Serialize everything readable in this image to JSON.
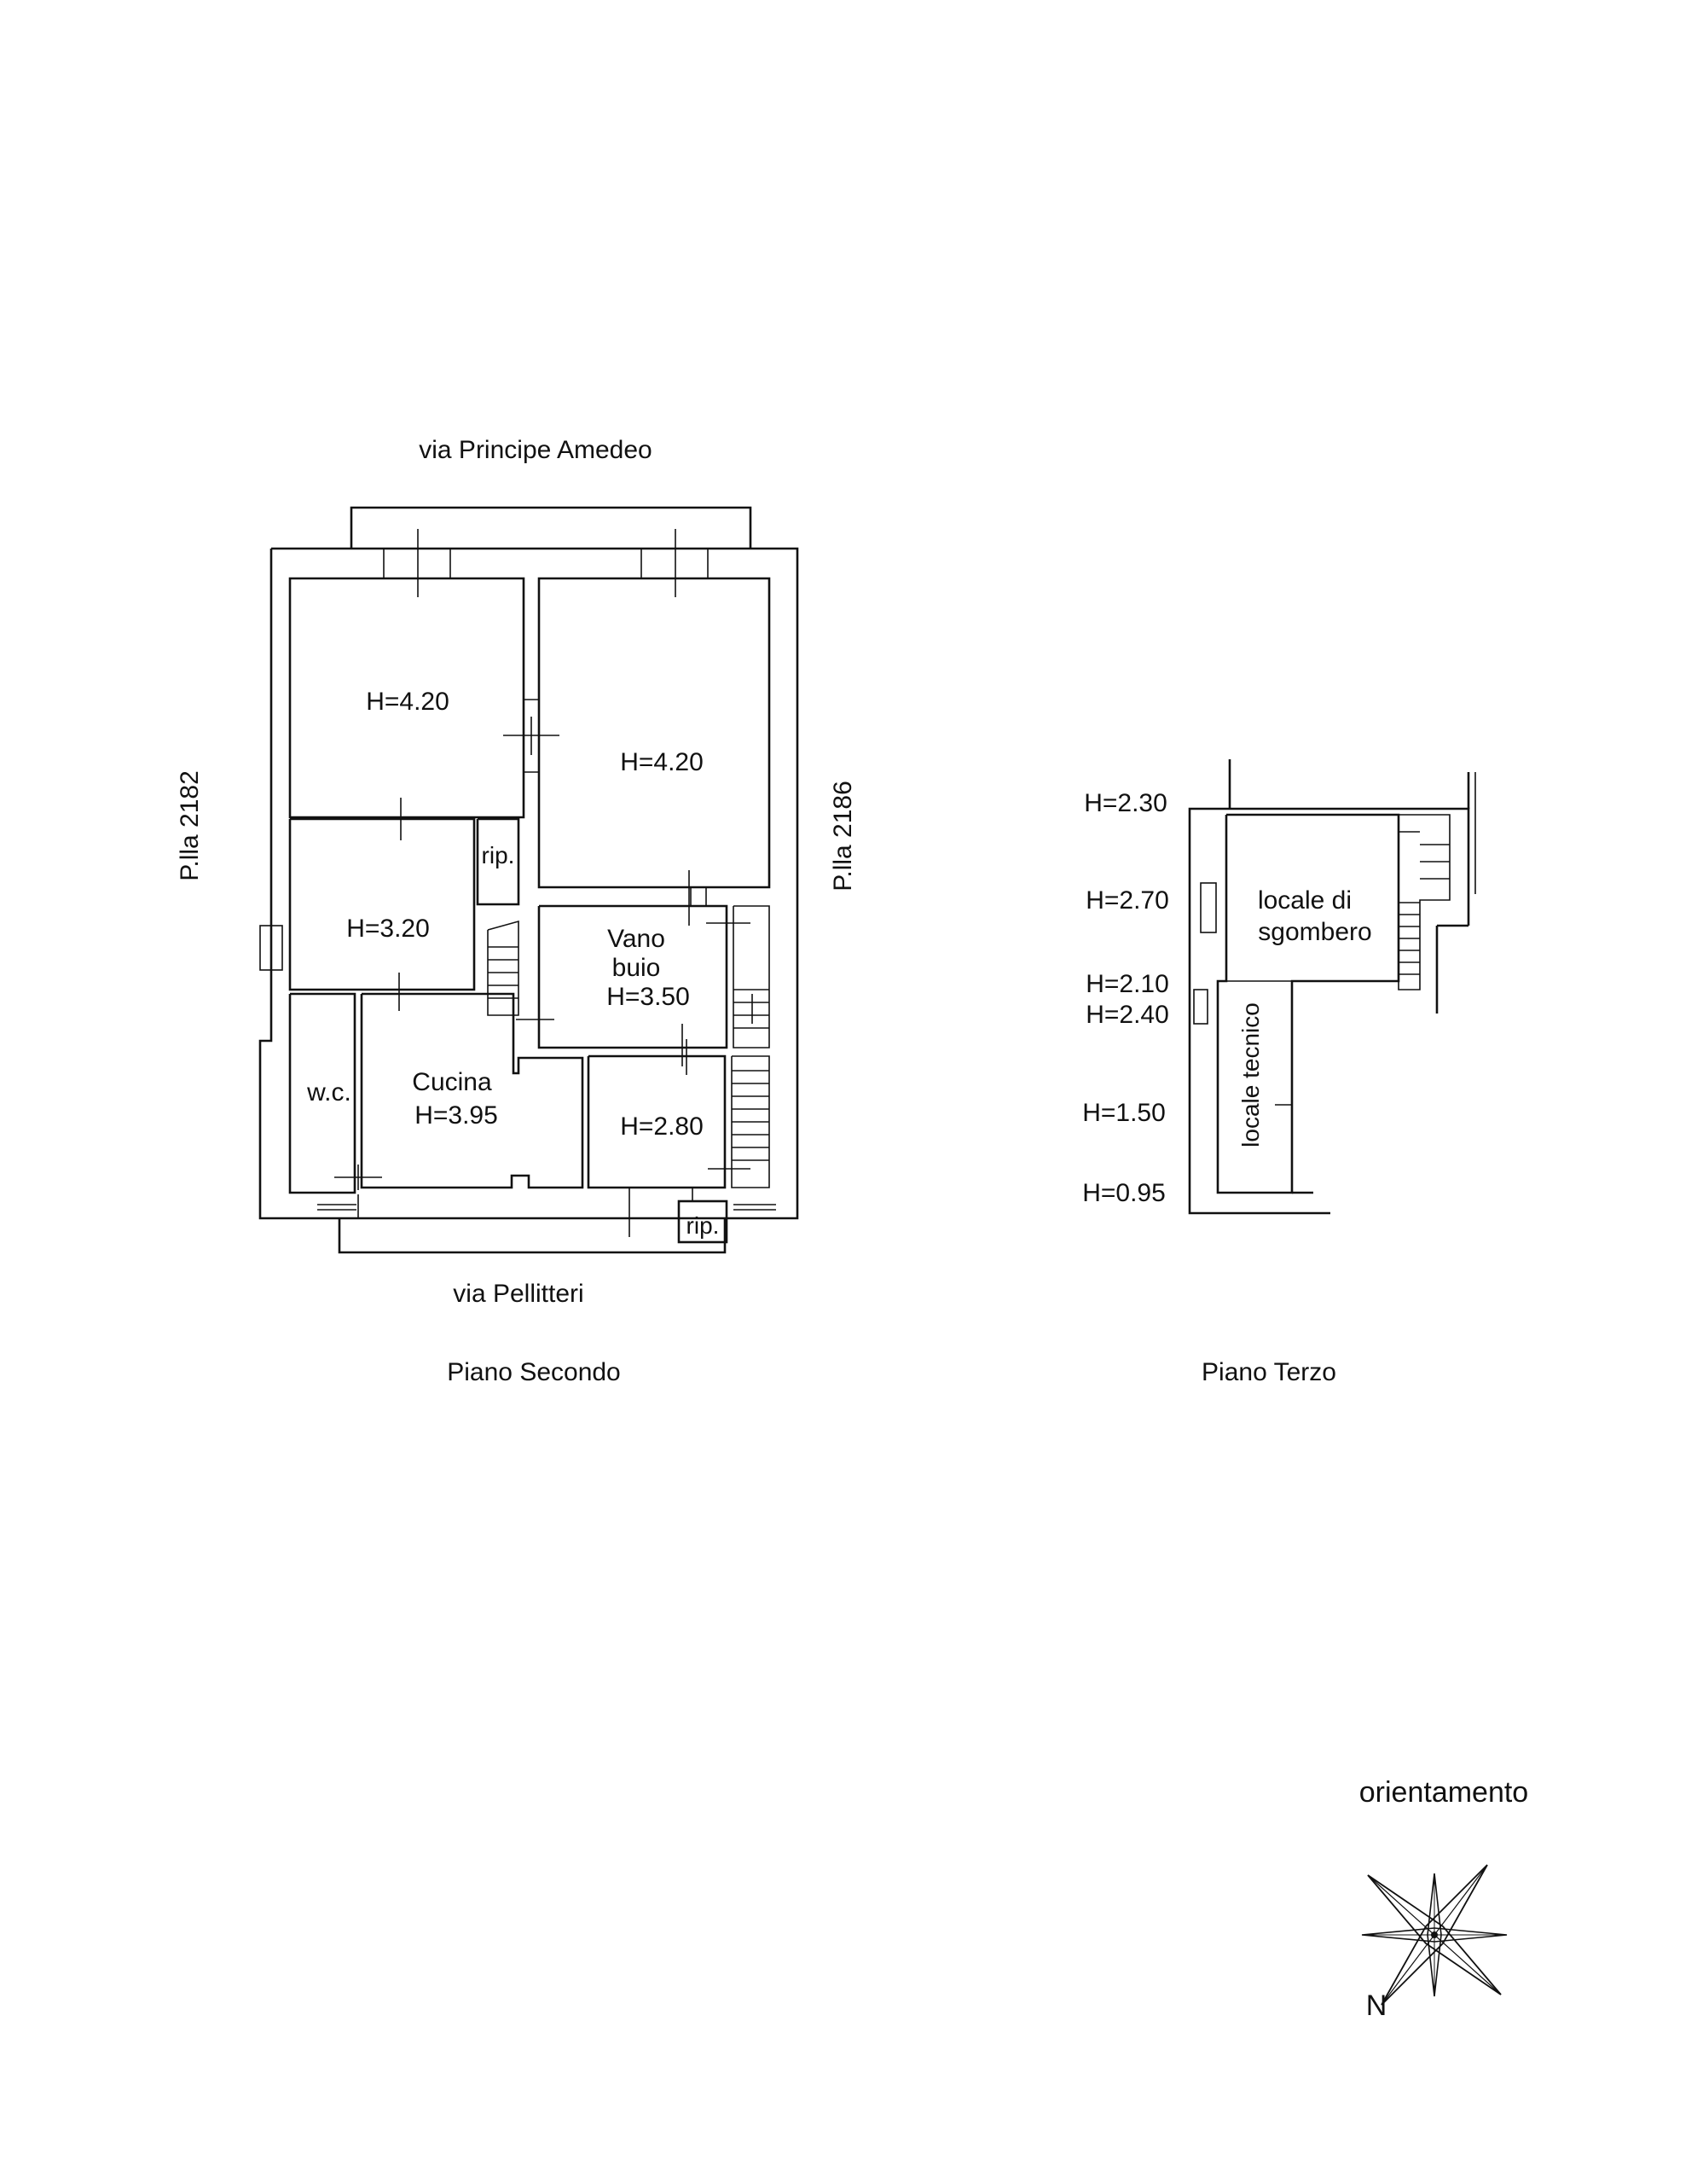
{
  "streets": {
    "top": "via Principe Amedeo",
    "bottom": "via Pellitteri"
  },
  "parcels": {
    "left": "P.lla 2182",
    "right": "P.lla 2186"
  },
  "second_floor": {
    "caption": "Piano Secondo",
    "rooms": {
      "top_left": "H=4.20",
      "top_right": "H=4.20",
      "mid_left": "H=3.20",
      "storage_top": "rip.",
      "vano_line1": "Vano",
      "vano_line2": "buio",
      "vano_height": "H=3.50",
      "wc": "w.c.",
      "kitchen_name": "Cucina",
      "kitchen_height": "H=3.95",
      "bottom_right": "H=2.80",
      "storage_bottom": "rip."
    }
  },
  "third_floor": {
    "caption": "Piano Terzo",
    "heights": [
      "H=2.30",
      "H=2.70",
      "H=2.10",
      "H=2.40",
      "H=1.50",
      "H=0.95"
    ],
    "storage_room_line1": "locale di",
    "storage_room_line2": "sgombero",
    "technical_room": "locale tecnico"
  },
  "orientation": {
    "label": "orientamento",
    "north": "N"
  }
}
